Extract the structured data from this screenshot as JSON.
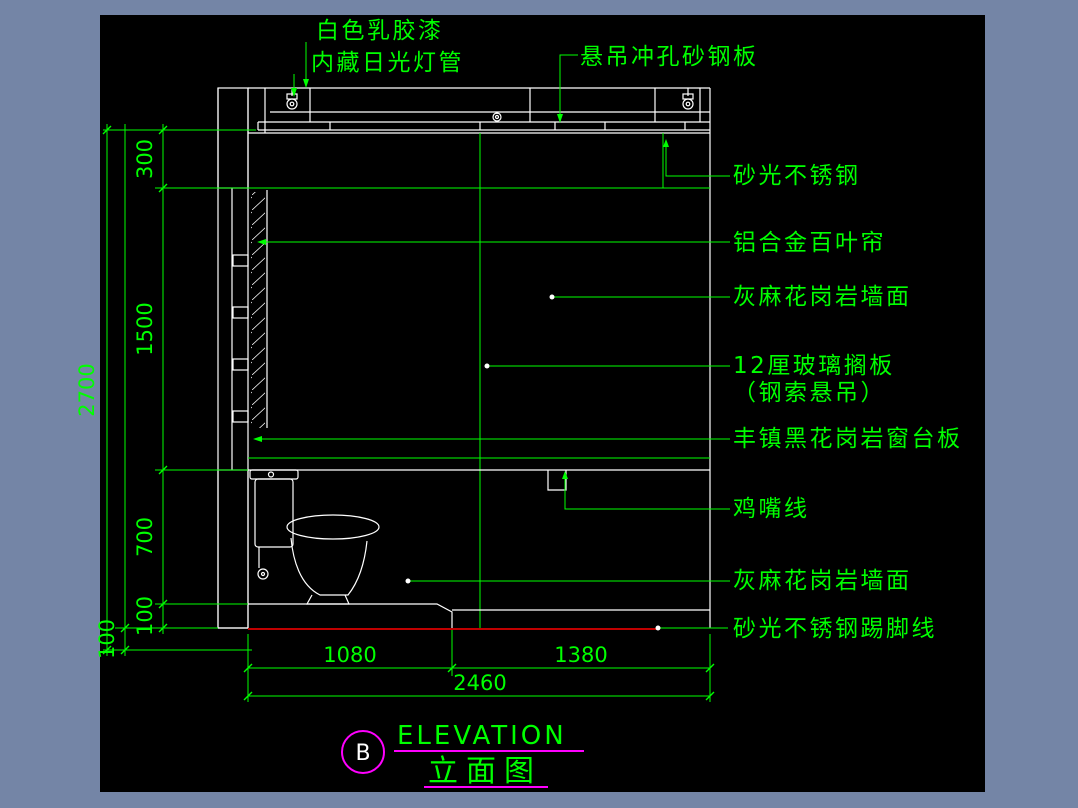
{
  "drawing_labels": {
    "paint": "白色乳胶漆",
    "lamp": "内藏日光灯管",
    "steel_plate": "悬吊冲孔砂钢板",
    "stainless": "砂光不锈钢",
    "blinds": "铝合金百叶帘",
    "granite_wall_upper": "灰麻花岗岩墙面",
    "glass_shelf": "12厘玻璃搁板",
    "glass_shelf_sub": "（钢索悬吊）",
    "sill": "丰镇黑花岗岩窗台板",
    "beak": "鸡嘴线",
    "granite_wall_lower": "灰麻花岗岩墙面",
    "skirting": "砂光不锈钢踢脚线"
  },
  "dimensions": {
    "v300": "300",
    "v1500": "1500",
    "v700": "700",
    "v100a": "100",
    "v100b": "100",
    "v2700": "2700",
    "h1080": "1080",
    "h1380": "1380",
    "h2460": "2460"
  },
  "title_block": {
    "bubble": "B",
    "name_en": "ELEVATION",
    "name_zh": "立面图"
  },
  "colors": {
    "blue": "#7485A6",
    "black": "#000000",
    "green": "#00FF00",
    "white": "#FFFFFF",
    "magenta": "#FF00FF",
    "red": "#C00000",
    "cyan": "#00FFFF"
  }
}
